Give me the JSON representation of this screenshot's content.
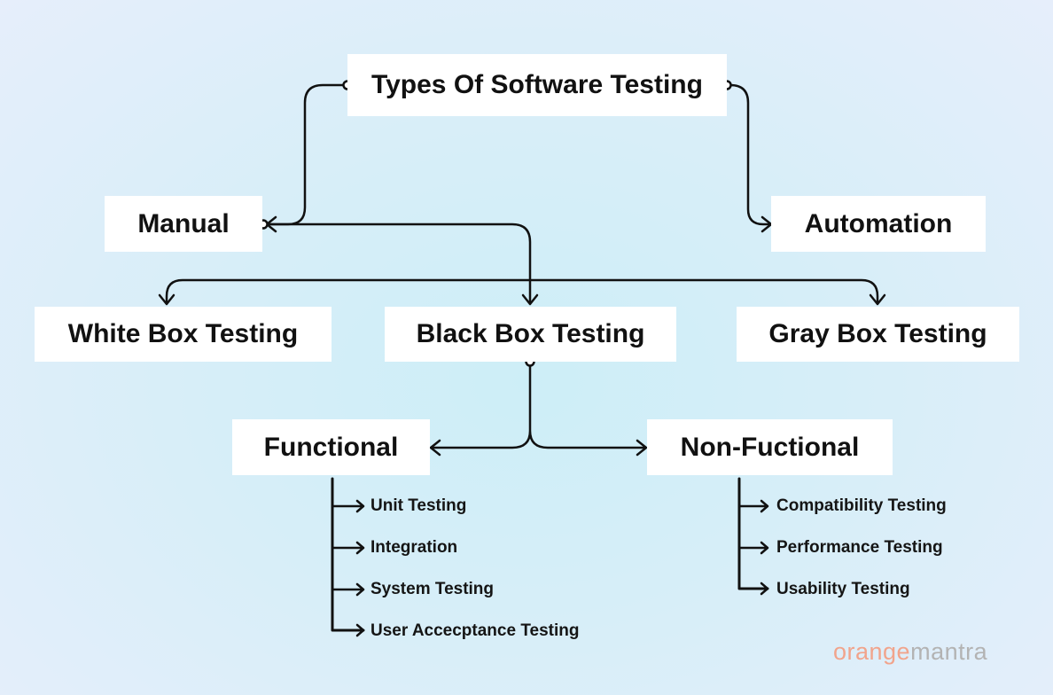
{
  "root": {
    "label": "Types Of Software Testing"
  },
  "level1": {
    "manual": "Manual",
    "automation": "Automation"
  },
  "level2": {
    "white_box": "White Box Testing",
    "black_box": "Black Box Testing",
    "gray_box": "Gray Box Testing"
  },
  "level3": {
    "functional": "Functional",
    "non_functional": "Non-Fuctional"
  },
  "functional_items": [
    "Unit Testing",
    "Integration",
    "System Testing",
    "User Accecptance Testing"
  ],
  "non_functional_items": [
    "Compatibility Testing",
    "Performance Testing",
    "Usability Testing"
  ],
  "brand": {
    "part1": "orange",
    "part2": "mantra",
    "color1": "#f1a48c",
    "color2": "#b3b3b3"
  },
  "colors": {
    "box_bg": "#ffffff",
    "line": "#111111",
    "background": "#d4eef8"
  }
}
